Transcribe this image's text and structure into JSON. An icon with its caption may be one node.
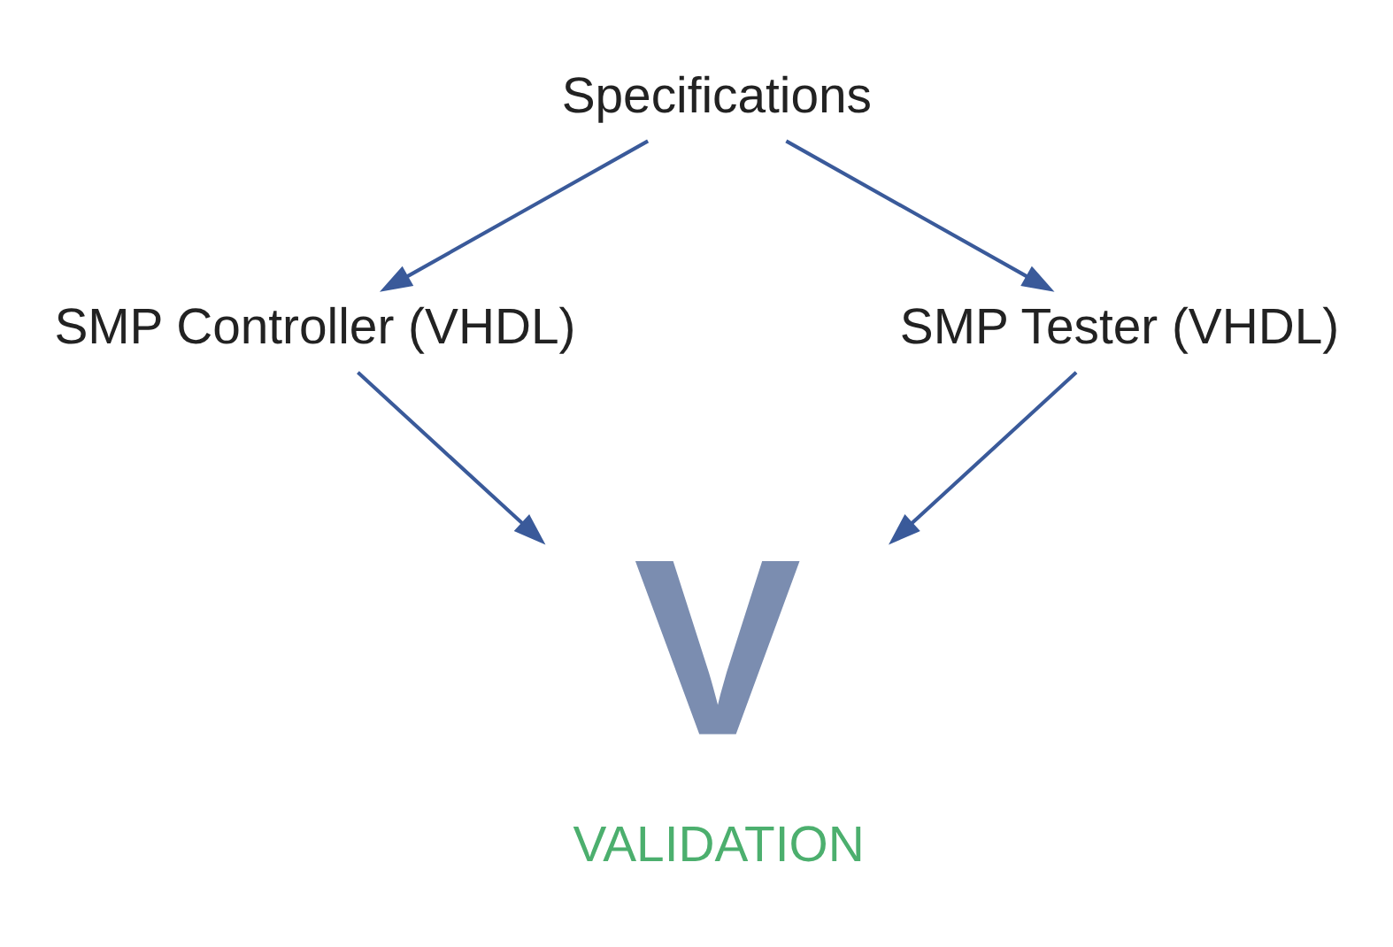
{
  "diagram": {
    "nodes": [
      {
        "text": [
          "Specifications"
        ]
      },
      {
        "text": [
          "SMP Controller (VHDL)"
        ]
      },
      {
        "text": [
          "SMP Tester (VHDL)"
        ]
      },
      {
        "text": [
          "V",
          "VALIDATION"
        ]
      }
    ],
    "edges": [
      {
        "from": 0,
        "to": 1,
        "arrow": "to"
      },
      {
        "from": 0,
        "to": 2,
        "arrow": "to"
      },
      {
        "from": 1,
        "to": 3,
        "arrow": "to"
      },
      {
        "from": 2,
        "to": 3,
        "arrow": "to"
      }
    ]
  }
}
